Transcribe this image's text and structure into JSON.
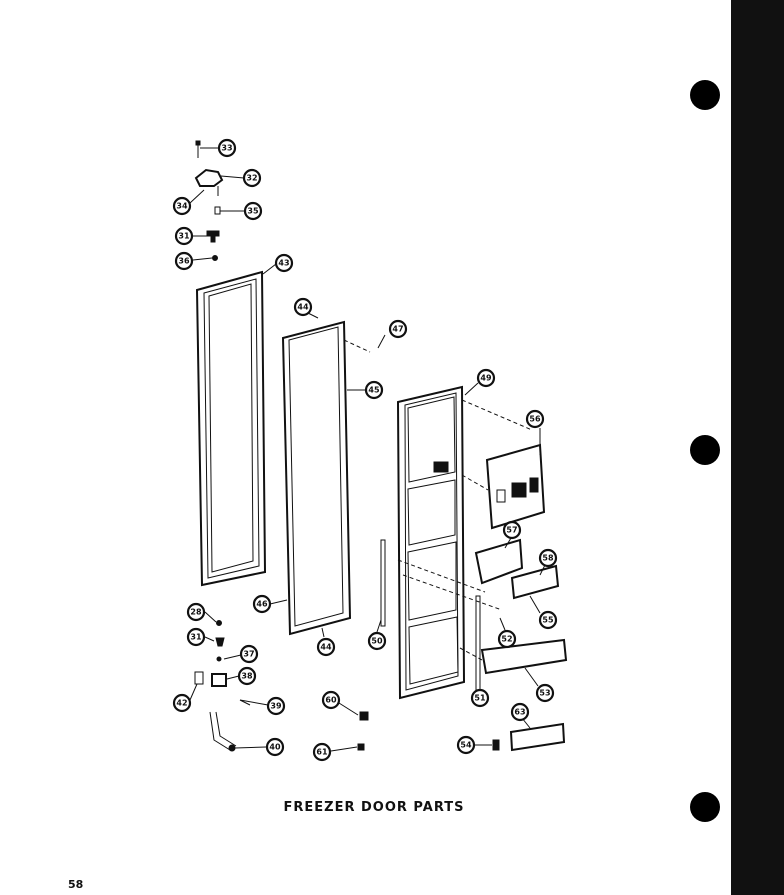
{
  "caption": "FREEZER DOOR PARTS",
  "page_number": "58",
  "callouts": [
    "33",
    "32",
    "34",
    "35",
    "31",
    "36",
    "43",
    "44",
    "47",
    "45",
    "49",
    "56",
    "57",
    "58",
    "46",
    "44",
    "50",
    "52",
    "55",
    "51",
    "53",
    "28",
    "31",
    "37",
    "38",
    "42",
    "39",
    "40",
    "60",
    "61",
    "63",
    "54"
  ],
  "colors": {
    "ink": "#111111",
    "paper": "#ffffff",
    "binding_edge": "#111111"
  }
}
